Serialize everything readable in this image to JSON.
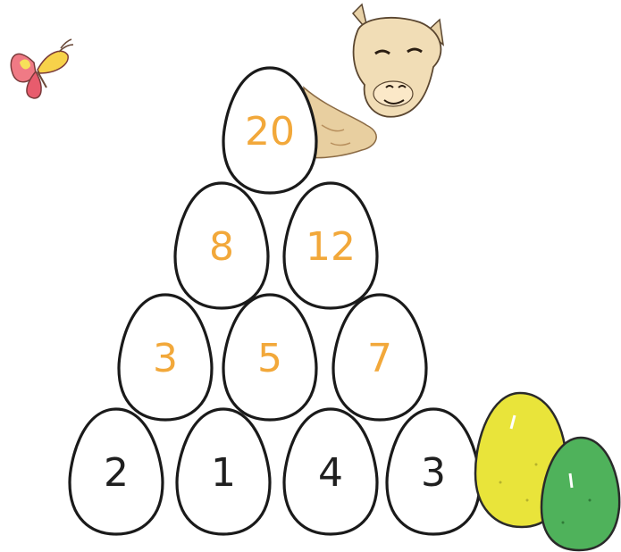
{
  "pyramid": {
    "rows": [
      {
        "values": [
          "20"
        ],
        "color": "orange"
      },
      {
        "values": [
          "8",
          "12"
        ],
        "color": "orange"
      },
      {
        "values": [
          "3",
          "5",
          "7"
        ],
        "color": "orange"
      },
      {
        "values": [
          "2",
          "1",
          "4",
          "3"
        ],
        "color": "black"
      }
    ]
  },
  "colors": {
    "orange": "#f2a83a",
    "black": "#1f1f1f",
    "egg_yellow": "#e9e43a",
    "egg_green": "#4fb25b",
    "alpaca": "#e9d3a8",
    "butterfly_wing": "#f07a85"
  },
  "illustrations": [
    "alpaca-illustration",
    "butterfly-illustration",
    "yellow-easter-egg",
    "green-easter-egg"
  ]
}
